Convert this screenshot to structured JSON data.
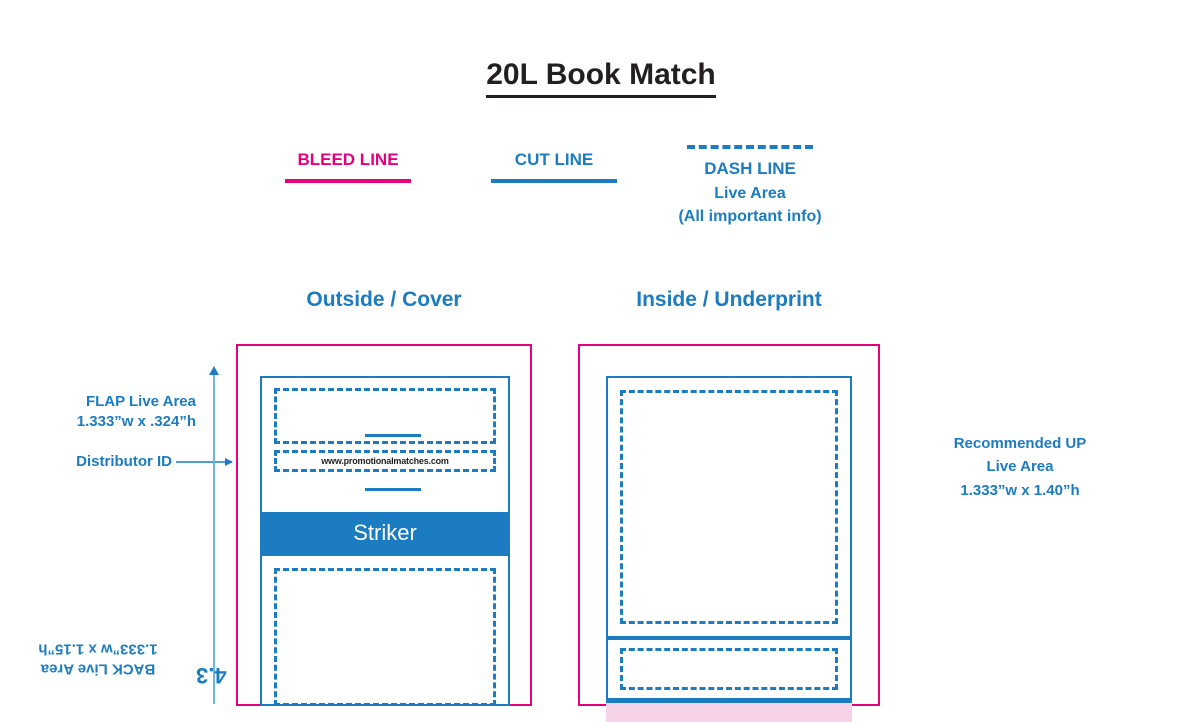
{
  "title": "20L Book Match",
  "legend": {
    "bleed": {
      "label": "BLEED LINE",
      "color": "#e6007e"
    },
    "cut": {
      "label": "CUT LINE",
      "color": "#1b7cc1"
    },
    "dash": {
      "label": "DASH LINE",
      "sub1": "Live Area",
      "sub2": "(All important info)",
      "color": "#1b7cc1"
    }
  },
  "panels": {
    "outside": {
      "heading": "Outside / Cover",
      "striker_label": "Striker",
      "distributor_url": "www.promotionalmatches.com"
    },
    "inside": {
      "heading": "Inside / Underprint"
    }
  },
  "annotations": {
    "flap": {
      "line1": "FLAP Live Area",
      "line2": "1.333”w x .324”h"
    },
    "distributor": {
      "label": "Distributor ID"
    },
    "back": {
      "line1": "BACK Live Area",
      "line2": "1.333”w x 1.15”h"
    },
    "recommended": {
      "line1": "Recommended UP",
      "line2": "Live Area",
      "line3": "1.333”w x 1.40”h"
    },
    "height_dimension": "4.3"
  }
}
